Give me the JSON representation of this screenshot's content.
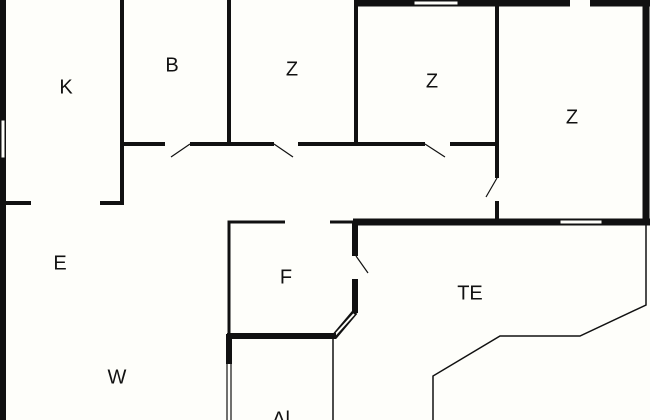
{
  "floor_plan": {
    "rooms": [
      {
        "id": "k",
        "label": "K"
      },
      {
        "id": "b",
        "label": "B"
      },
      {
        "id": "z1",
        "label": "Z"
      },
      {
        "id": "z2",
        "label": "Z"
      },
      {
        "id": "z3",
        "label": "Z"
      },
      {
        "id": "e",
        "label": "E"
      },
      {
        "id": "f",
        "label": "F"
      },
      {
        "id": "te",
        "label": "TE"
      },
      {
        "id": "w",
        "label": "W"
      },
      {
        "id": "al",
        "label": "Al"
      }
    ],
    "colors": {
      "wall": "#111111",
      "background": "#fefefa"
    }
  }
}
